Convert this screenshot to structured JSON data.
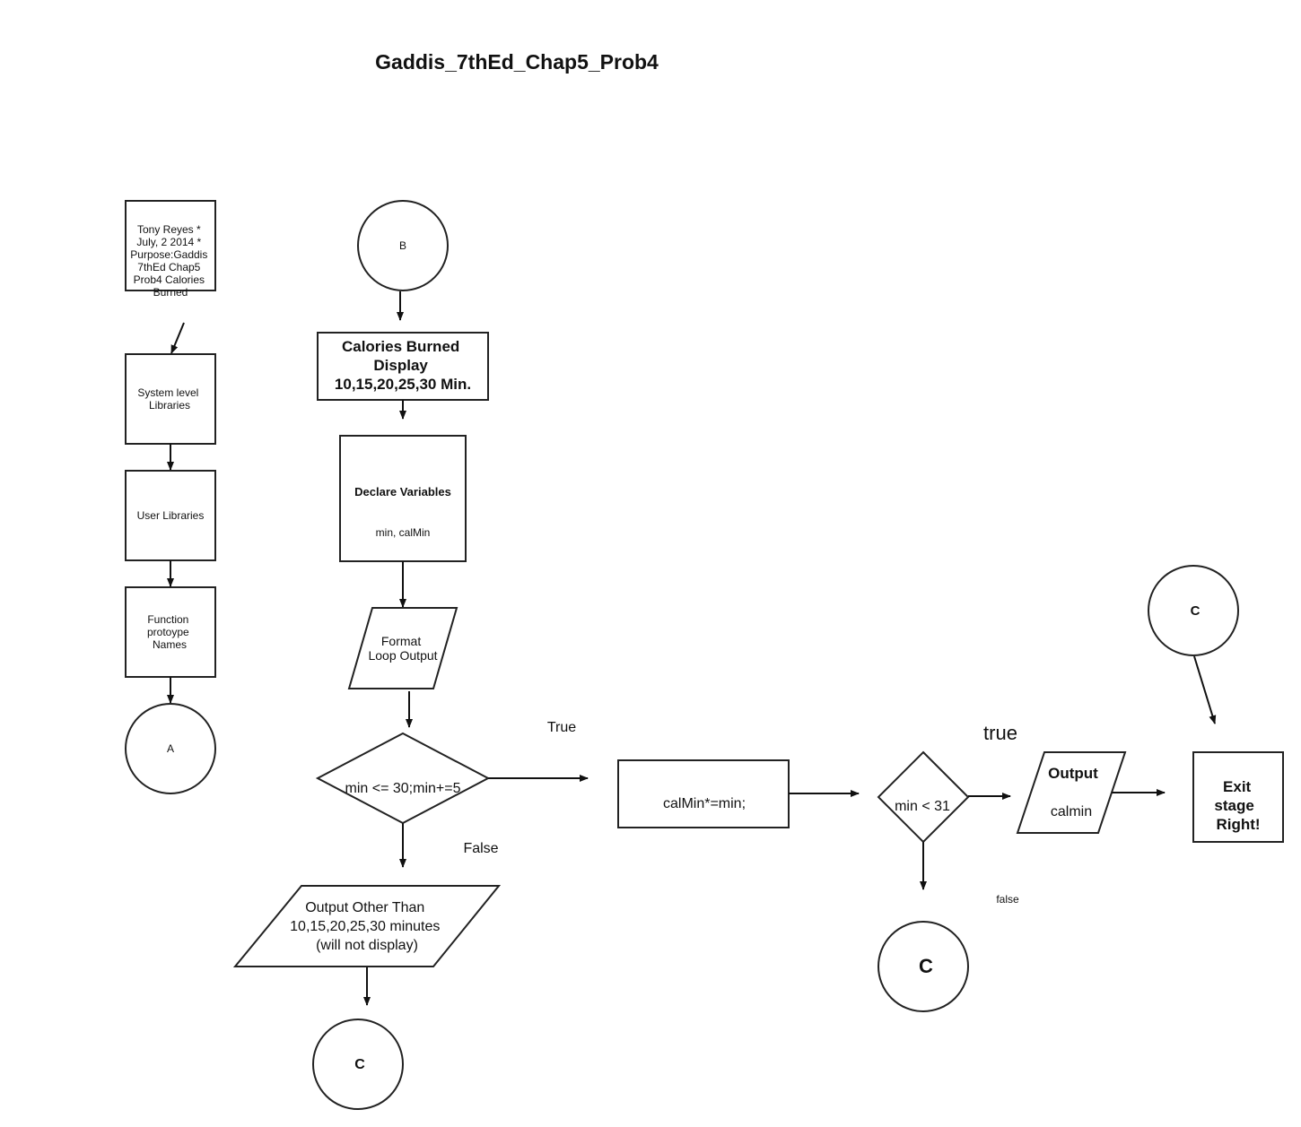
{
  "title": "Gaddis_7thEd_Chap5_Prob4",
  "nodes": {
    "header_note": {
      "lines": [
        "Tony Reyes *",
        "July, 2 2014 *",
        "Purpose:Gaddis",
        "7thEd Chap5",
        "Prob4 Calories",
        "Burned"
      ]
    },
    "system_libraries": {
      "lines": [
        "System level",
        "Libraries"
      ]
    },
    "user_libraries": {
      "lines": [
        "User Libraries"
      ]
    },
    "function_prototypes": {
      "lines": [
        "Function",
        "protoype",
        "Names"
      ]
    },
    "connector_a": {
      "label": "A"
    },
    "connector_b": {
      "label": "B"
    },
    "calories_display": {
      "lines": [
        "Calories Burned",
        "Display",
        "10,15,20,25,30 Min."
      ]
    },
    "declare_variables": {
      "title": "Declare Variables",
      "detail": "min, calMin"
    },
    "format_loop_output": {
      "lines": [
        "Format",
        "Loop Output"
      ]
    },
    "loop_condition": {
      "label": "min <= 30;min+=5"
    },
    "output_other": {
      "lines": [
        "Output Other Than",
        "10,15,20,25,30 minutes",
        "(will not display)"
      ]
    },
    "connector_c_bottom": {
      "label": "C"
    },
    "calc_step": {
      "label": "calMin*=min;"
    },
    "check_condition": {
      "label": "min < 31"
    },
    "connector_c_right": {
      "label": "C"
    },
    "output_calmin": {
      "title": "Output",
      "detail": "calmin"
    },
    "exit_box": {
      "lines": [
        "Exit",
        "stage",
        "Right!"
      ]
    },
    "connector_c_top": {
      "label": "C"
    }
  },
  "edge_labels": {
    "loop_true": "True",
    "loop_false": "False",
    "check_true": "true",
    "check_false": "false"
  }
}
